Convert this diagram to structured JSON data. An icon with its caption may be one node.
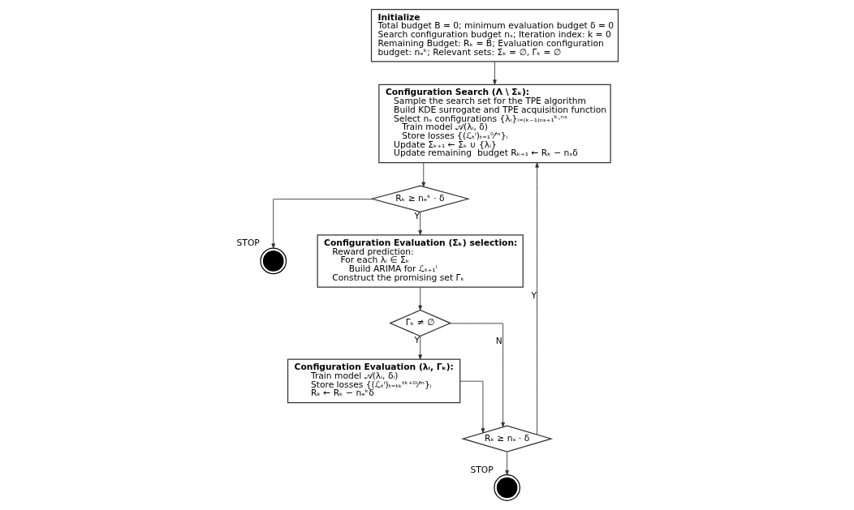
{
  "diagram": {
    "nodes": [
      {
        "text": [
          "Initialize",
          "Total budget B = 0; minimum evaluation budget δ = 0 Search configuration budget nₛ; Iteration index: k = 0 Remaining Budget: Rₖ = B; Evaluation configuration budget: nₑᵏ; Relevant sets: Σₖ = ∅, Γₖ = ∅"
        ]
      },
      {
        "text": [
          "Configuration Search (Λ \\ Σₖ):",
          "Sample the search set for the TPE algorithm",
          "Build KDE surrogate and TPE acquisition function",
          "Select nₛ configurations {λᵢ}ᵢ₌₍ₖ₋₁₎ₙₛ₊₁ᵏ·ⁿˢ",
          "Train model 𝒜(λᵢ, δ)",
          "Store losses {(ℒₜⁱ)ₜ₌₁ᵟ⁄ᵐ}ᵢ",
          "Update Σₖ₊₁ ← Σₖ ∪ {λᵢ}",
          "Update remaining  budget Rₖ₊₁ ← Rₖ − nₛδ"
        ]
      },
      {
        "text": [
          "Rₖ ≥ nₑᵏ · δ"
        ]
      },
      {
        "text": [],
        "shape": "circle",
        "beside": [
          "STOP"
        ]
      },
      {
        "text": [
          "Configuration Evaluation (Σₖ) selection:",
          "Reward prediction:",
          "For each λᵢ ∈ Σₖ",
          "Build ARIMA for ℒₜ₊₁ⁱ",
          "Construct the promising set Γₖ"
        ]
      },
      {
        "text": [
          "Γₖ ≠ ∅"
        ]
      },
      {
        "text": [
          "Configuration Evaluation (λᵢ, Γₖ):",
          "Train model 𝒜(λᵢ, δᵢ)",
          "Store losses {(ℒₜⁱ)ₜ₌ₜₖᵗᵏ⁺ᵟⁱ⁄ᵐ}ᵢ",
          "Rₖ ← Rₖ − nₑᵏδ"
        ]
      },
      {
        "text": [
          "Rₖ ≥ nₛ · δ"
        ]
      },
      {
        "text": [],
        "shape": "circle",
        "beside": [
          "STOP"
        ]
      }
    ],
    "edges": [
      {
        "from": 0,
        "to": 1,
        "arrow": "to"
      },
      {
        "from": 1,
        "to": 2,
        "arrow": "to"
      },
      {
        "from": 2,
        "to": 4,
        "arrow": "to",
        "label": "Y"
      },
      {
        "from": 2,
        "to": 3,
        "arrow": "to"
      },
      {
        "from": 4,
        "to": 5,
        "arrow": "to"
      },
      {
        "from": 5,
        "to": 6,
        "arrow": "to",
        "label": "Y"
      },
      {
        "from": 5,
        "to": 7,
        "arrow": "to",
        "label": "N"
      },
      {
        "from": 6,
        "to": 7,
        "arrow": "to"
      },
      {
        "from": 7,
        "to": 1,
        "arrow": "to",
        "label": "Y"
      },
      {
        "from": 7,
        "to": 8,
        "arrow": "to"
      }
    ]
  }
}
